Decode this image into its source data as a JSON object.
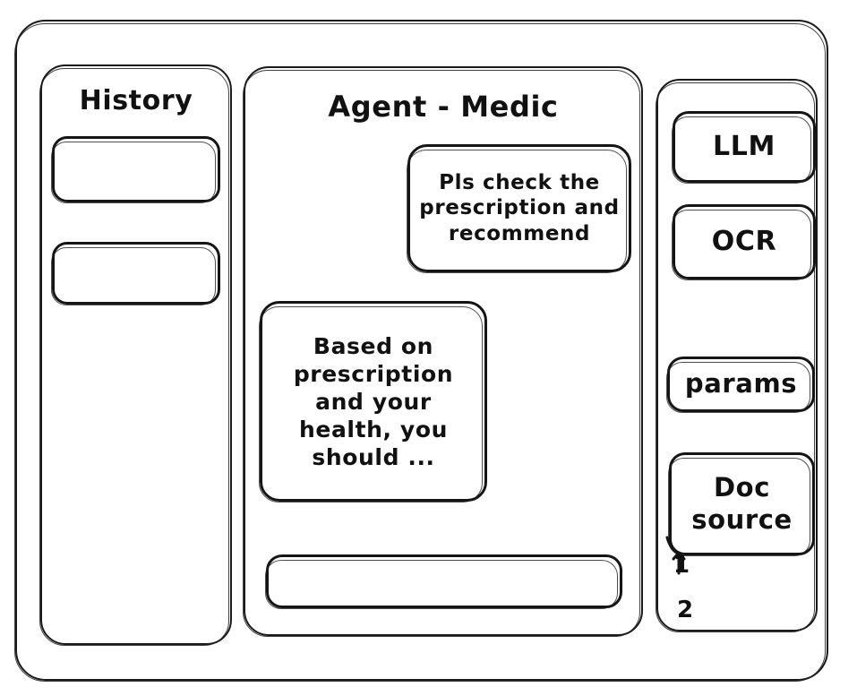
{
  "window": {
    "style": "hand-drawn-wireframe",
    "stroke_color": "#151515",
    "background_color": "#ffffff"
  },
  "sidebar": {
    "title": "History",
    "items": [
      {
        "label": ""
      },
      {
        "label": ""
      }
    ]
  },
  "main": {
    "title": "Agent - Medic",
    "messages": [
      {
        "role": "user",
        "text": "Pls check the prescription and recommend",
        "align": "right"
      },
      {
        "role": "assistant",
        "text": "Based on prescription and your health, you should ...",
        "align": "left"
      }
    ],
    "composer": {
      "value": "",
      "placeholder": ""
    }
  },
  "tools": {
    "buttons": [
      {
        "label": "LLM"
      },
      {
        "label": "OCR"
      },
      {
        "label": "params"
      },
      {
        "label": "Doc source"
      }
    ],
    "doc_references": [
      "1",
      "2"
    ]
  }
}
